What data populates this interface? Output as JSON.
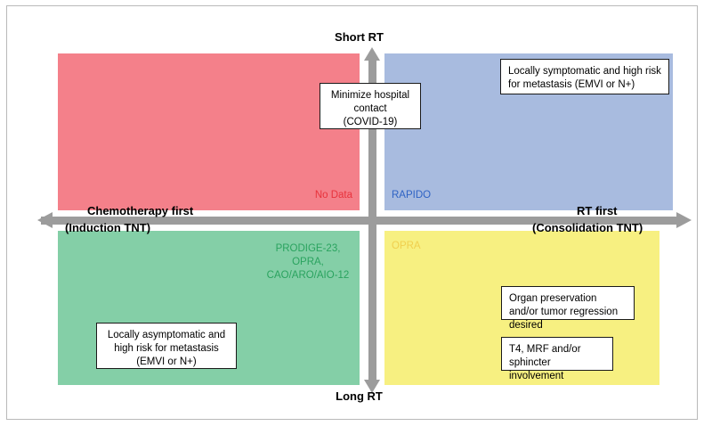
{
  "diagram": {
    "title_concept": "Rectal cancer total neoadjuvant therapy sequencing quadrants",
    "axes": {
      "vertical_top_label": "Short RT",
      "vertical_bottom_label": "Long RT",
      "horizontal_left_label_primary": "Chemotherapy first",
      "horizontal_left_label_secondary": "(Induction TNT)",
      "horizontal_right_label_primary": "RT first",
      "horizontal_right_label_secondary": "(Consolidation TNT)"
    },
    "quadrants": [
      {
        "id": "top-left",
        "color": "#f4808a",
        "position": "Short RT + Chemotherapy first",
        "trial_label": "No Data",
        "trial_label_color": "#e8323c"
      },
      {
        "id": "top-right",
        "color": "#a8bbdf",
        "position": "Short RT + RT first",
        "trial_label": "RAPIDO",
        "trial_label_color": "#2f63c4"
      },
      {
        "id": "bottom-left",
        "color": "#84cfa7",
        "position": "Long RT + Chemotherapy first",
        "trial_label": "PRODIGE-23,\nOPRA,\nCAO/ARO/AIO-12",
        "trial_label_color": "#2aa35f"
      },
      {
        "id": "bottom-right",
        "color": "#f7f081",
        "position": "Long RT + RT first",
        "trial_label": "OPRA",
        "trial_label_color": "#f0cf4e"
      }
    ],
    "callouts": [
      {
        "id": "minimize-hospital-contact",
        "text": "Minimize hospital contact\n(COVID-19)",
        "quadrant": "center"
      },
      {
        "id": "locally-symptomatic",
        "text": "Locally symptomatic and high risk for metastasis (EMVI or N+)",
        "quadrant": "top-right"
      },
      {
        "id": "locally-asymptomatic",
        "text": "Locally asymptomatic and high risk for metastasis (EMVI or N+)",
        "quadrant": "bottom-left"
      },
      {
        "id": "organ-preservation",
        "text": "Organ preservation and/or tumor regression desired",
        "quadrant": "bottom-right"
      },
      {
        "id": "t4-mrf",
        "text": "T4, MRF and/or sphincter involvement",
        "quadrant": "bottom-right"
      }
    ],
    "colors": {
      "axis_gray": "#9c9c9c",
      "frame_border": "#b9b9b9",
      "box_border": "#1a1a1a"
    }
  }
}
